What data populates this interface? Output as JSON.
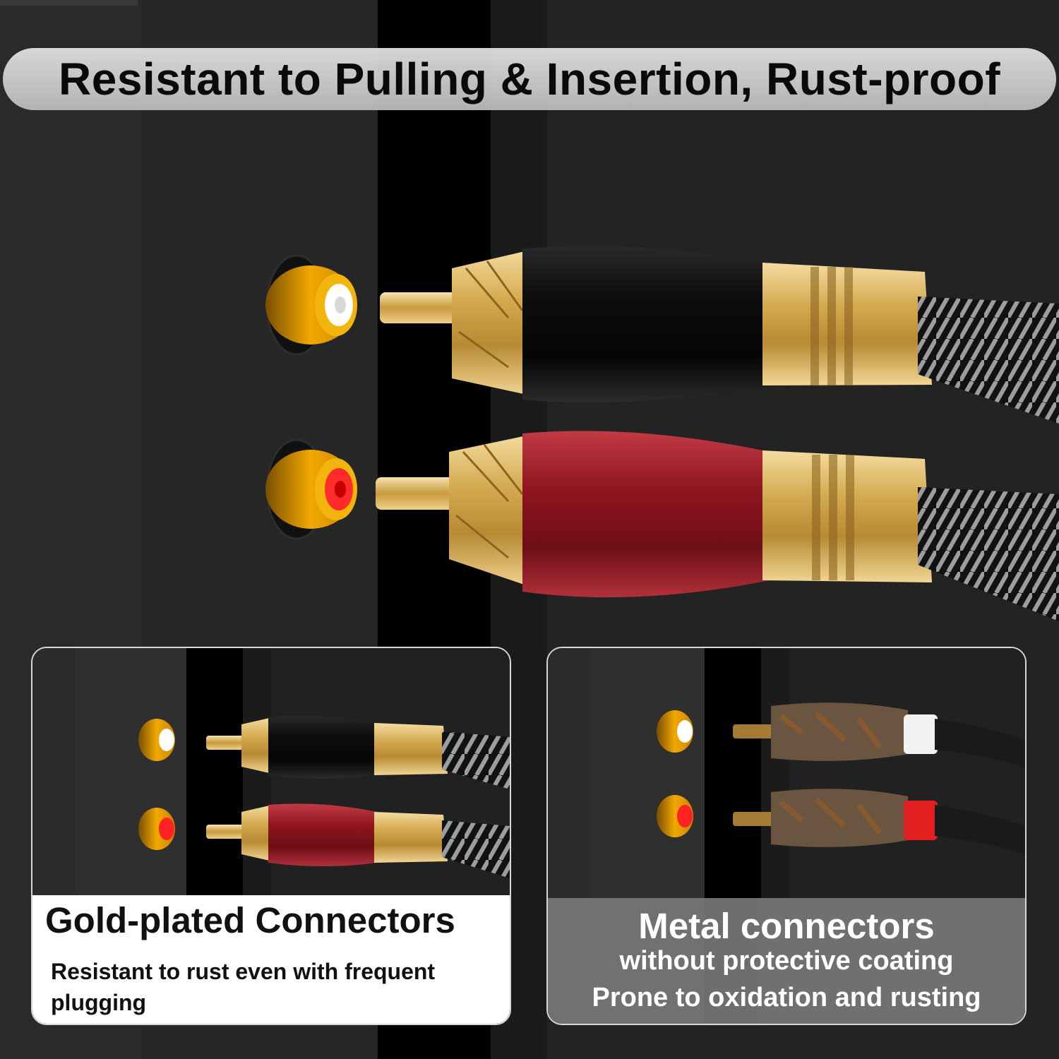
{
  "headline": "Resistant to Pulling & Insertion, Rust-proof",
  "panels": {
    "left": {
      "title": "Gold-plated Connectors",
      "subtitle": "Resistant to rust even with frequent plugging"
    },
    "right": {
      "title": "Metal connectors",
      "line1": "without protective coating",
      "line2": "Prone to oxidation and rusting"
    }
  },
  "colors": {
    "gold": "#d9b05a",
    "black_sleeve": "#141414",
    "red_sleeve": "#9c1a22",
    "rust": "#7a5a3a",
    "panel_dark": "#232323"
  }
}
